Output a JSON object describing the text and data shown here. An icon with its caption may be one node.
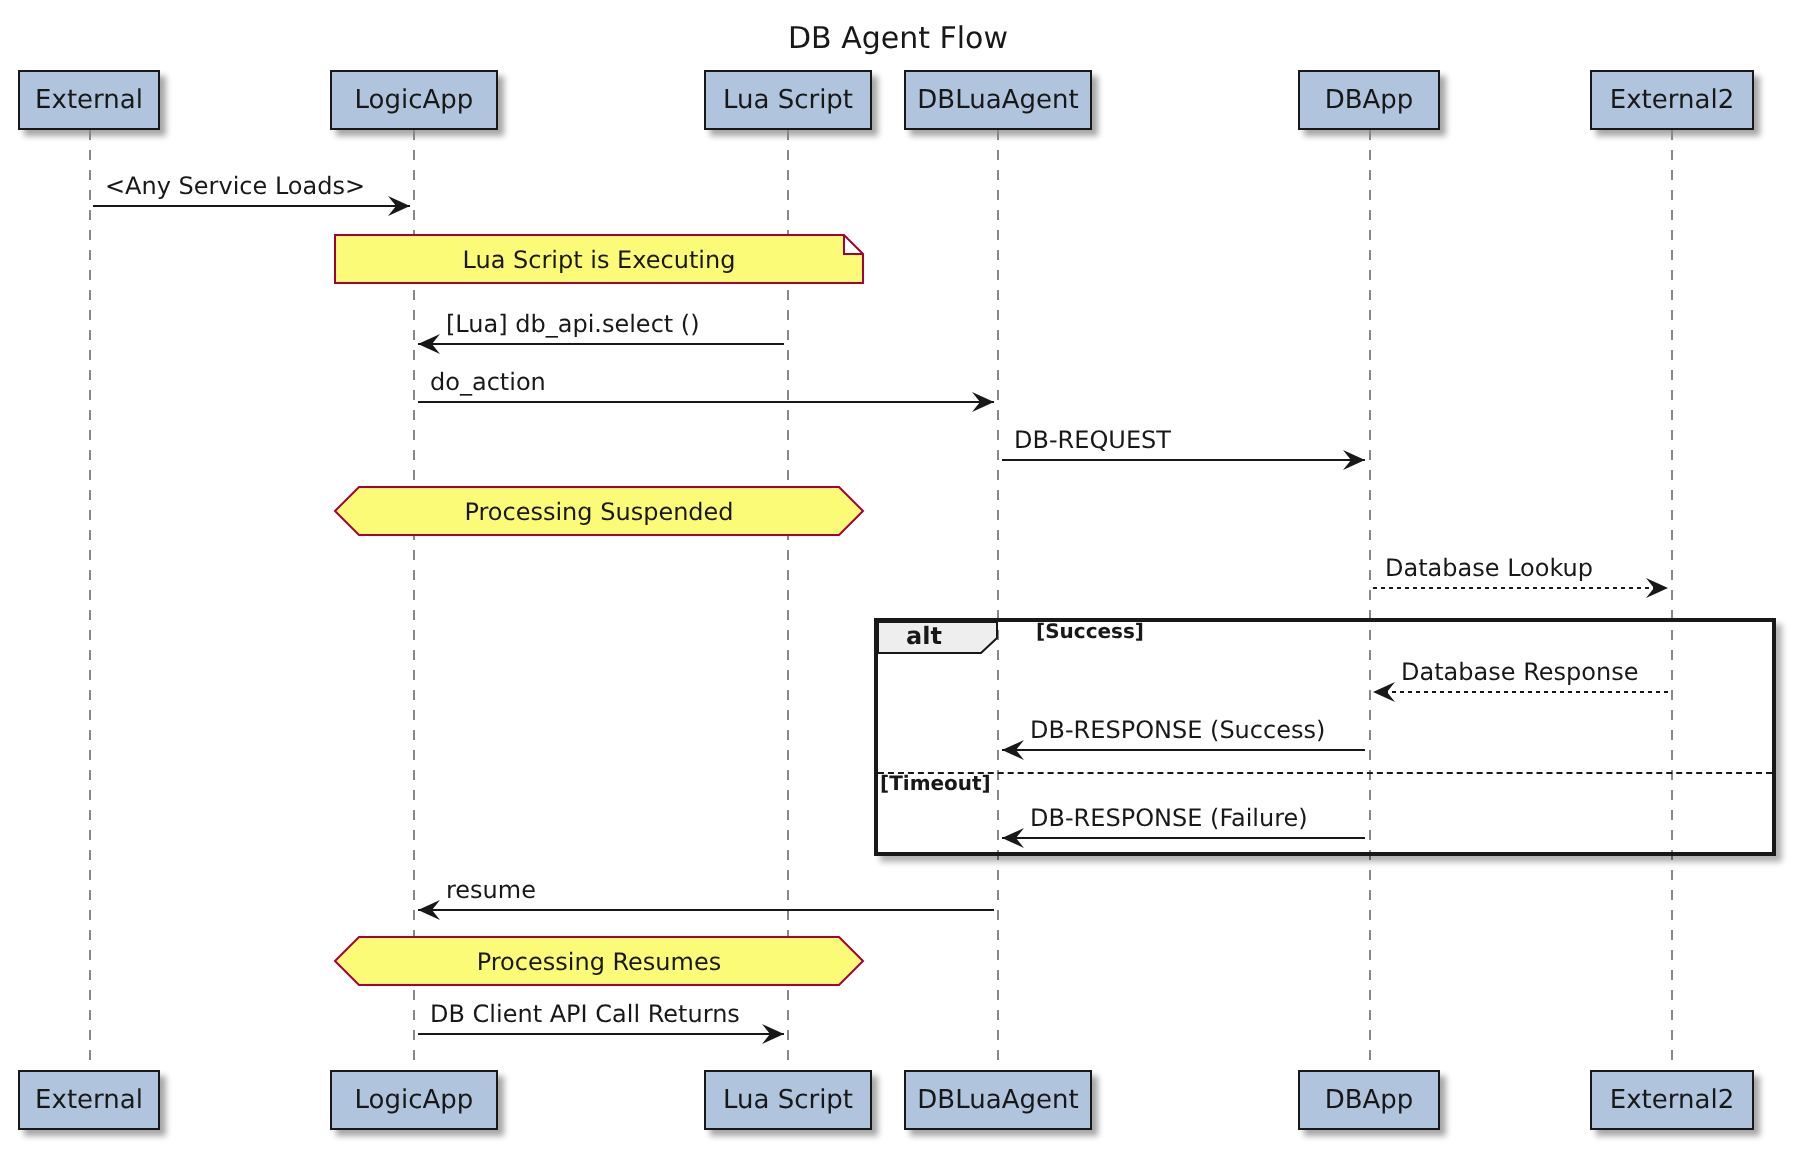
{
  "diagram": {
    "title": "DB Agent Flow",
    "nodes": [
      {
        "text": [
          "External"
        ]
      },
      {
        "text": [
          "LogicApp"
        ]
      },
      {
        "text": [
          "Lua Script"
        ]
      },
      {
        "text": [
          "DBLuaAgent"
        ]
      },
      {
        "text": [
          "DBApp"
        ]
      },
      {
        "text": [
          "External2"
        ]
      },
      {
        "text": [],
        "shape": "line"
      },
      {
        "text": [],
        "shape": "line"
      },
      {
        "text": [],
        "shape": "line"
      },
      {
        "text": [],
        "shape": "line"
      },
      {
        "text": [],
        "shape": "line"
      },
      {
        "text": [],
        "shape": "line"
      },
      {
        "text": [
          "Lua Script is Executing"
        ]
      },
      {
        "text": [
          "Processing Suspended"
        ]
      },
      {
        "text": [
          "alt"
        ]
      },
      {
        "text": [
          "Processing Resumes"
        ]
      },
      {
        "text": [
          "External"
        ]
      },
      {
        "text": [
          "LogicApp"
        ]
      },
      {
        "text": [
          "Lua Script"
        ]
      },
      {
        "text": [
          "DBLuaAgent"
        ]
      },
      {
        "text": [
          "DBApp"
        ]
      },
      {
        "text": [
          "External2"
        ]
      }
    ],
    "edges": [
      {
        "from": 6,
        "to": 7,
        "arrow": "to",
        "label": "<Any Service Loads>"
      },
      {
        "from": 8,
        "to": 7,
        "arrow": "to",
        "label": "[Lua] db_api.select ()"
      },
      {
        "from": 7,
        "to": 9,
        "arrow": "to",
        "label": "do_action"
      },
      {
        "from": 9,
        "to": 10,
        "arrow": "to",
        "label": "DB-REQUEST"
      },
      {
        "from": 10,
        "to": 11,
        "arrow": "to",
        "label": "Database Lookup",
        "style": "dashed"
      },
      {
        "from": 11,
        "to": 10,
        "arrow": "to",
        "label": "Database Response",
        "style": "dashed"
      },
      {
        "from": 10,
        "to": 9,
        "arrow": "to",
        "label": "DB-RESPONSE (Success)"
      },
      {
        "from": 10,
        "to": 9,
        "arrow": "to",
        "label": "DB-RESPONSE (Failure)"
      },
      {
        "from": 9,
        "to": 7,
        "arrow": "to",
        "label": "resume"
      },
      {
        "from": 7,
        "to": 8,
        "arrow": "to",
        "label": "DB Client API Call Returns"
      }
    ],
    "labels": [
      "[Success]",
      "[Timeout]"
    ]
  }
}
